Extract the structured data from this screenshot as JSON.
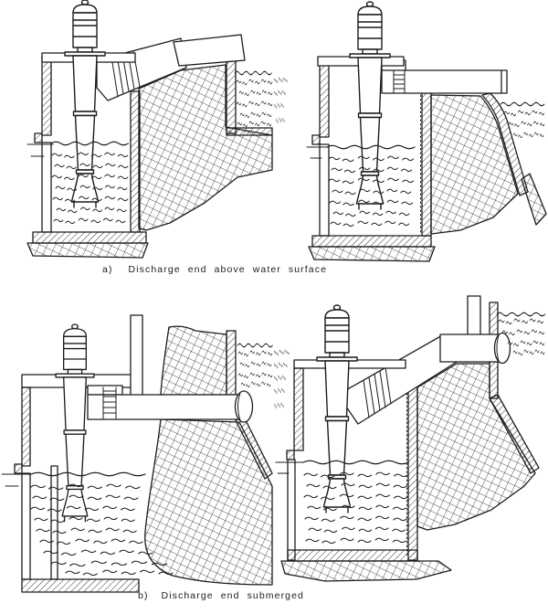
{
  "colors": {
    "background": "#ffffff",
    "ink": "#1c1c1c"
  },
  "captions": {
    "a": {
      "label": "a)",
      "text": "Discharge end above water surface"
    },
    "b": {
      "label": "b)",
      "text": "Discharge end submerged"
    }
  }
}
